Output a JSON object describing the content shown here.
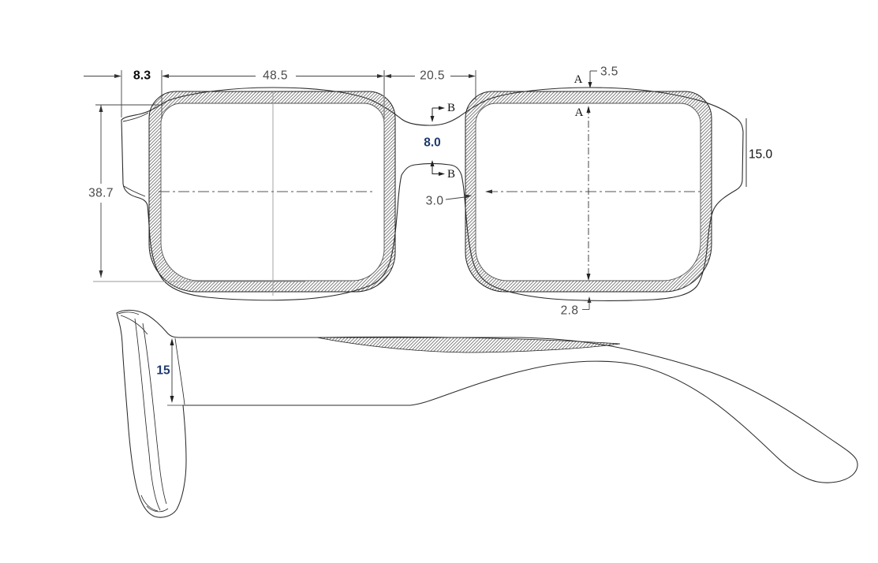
{
  "drawing": {
    "type": "technical-drawing",
    "subject": "eyeglasses frame dimensioned two-view drawing (front view and side view)",
    "front_view": {
      "endpiece_width": "8.3",
      "lens_width": "48.5",
      "bridge_width": "20.5",
      "top_rim_thickness": "3.5",
      "temple_tab_height": "15.0",
      "lens_height": "38.7",
      "bridge_height": "8.0",
      "rim_thickness": "3.0",
      "bottom_rim_gap": "2.8",
      "section_label_a": "A",
      "section_label_b": "B"
    },
    "side_view": {
      "front_height": "15"
    },
    "colors": {
      "navy_accent": "#1e3a70",
      "dim_text_gray": "#4a4a4a",
      "outline": "#2b2b2b"
    }
  }
}
